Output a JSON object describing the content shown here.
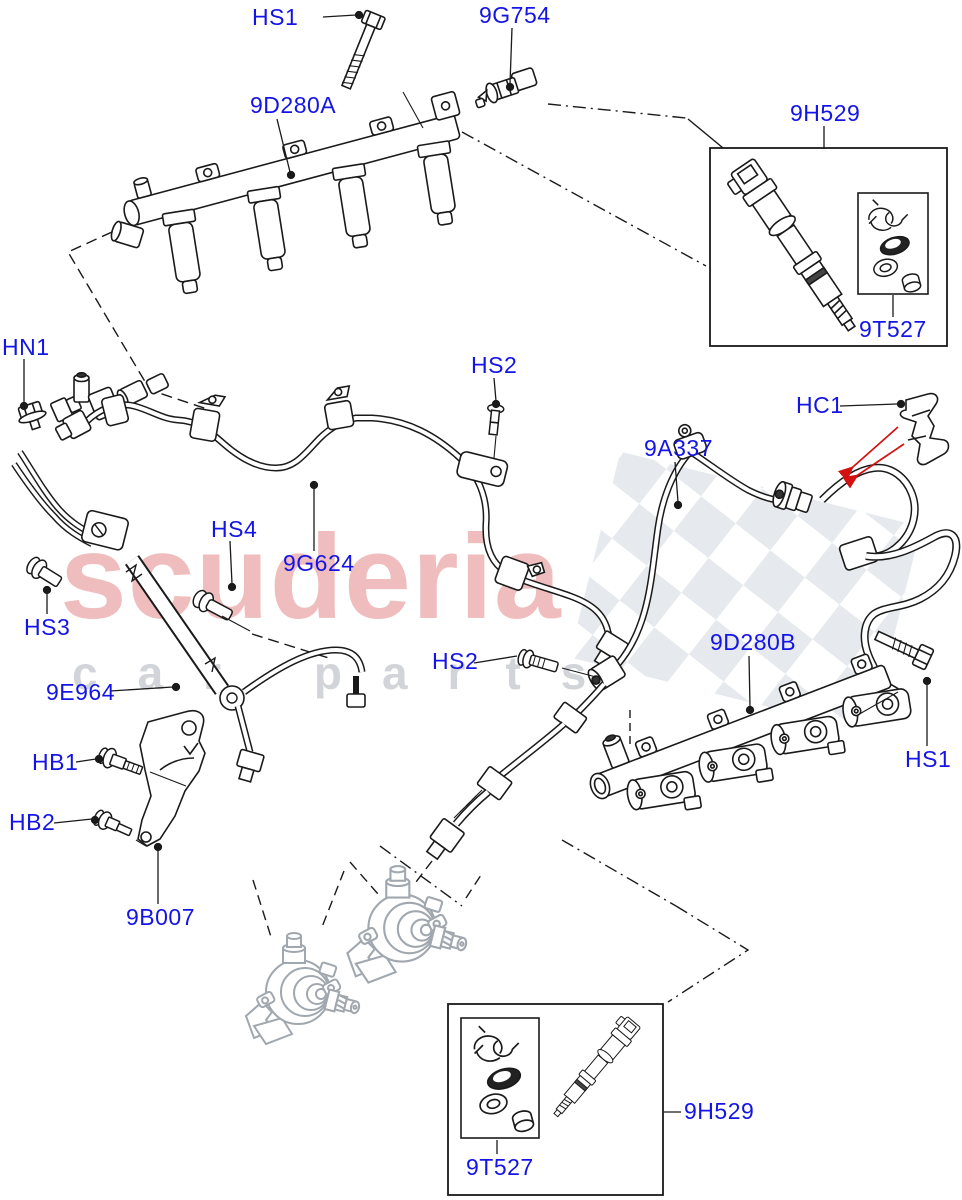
{
  "watermark": {
    "brand": "scuderia",
    "tagline": "car parts"
  },
  "colors": {
    "label_blue": "#1414e6",
    "line_black": "#1a1a1a",
    "arrow_red": "#d31111",
    "ghost_grey": "#a0a7ae",
    "checker_grey": "#dde1e7",
    "watermark_red": "rgba(211,72,72,0.36)",
    "watermark_grey": "rgba(158,166,175,0.48)"
  },
  "labels": {
    "hs1_top": "HS1",
    "g754": "9G754",
    "d280a": "9D280A",
    "h529_top": "9H529",
    "t527_top": "9T527",
    "hn1": "HN1",
    "hs2_upper": "HS2",
    "hc1": "HC1",
    "a337": "9A337",
    "hs4": "HS4",
    "g624": "9G624",
    "hs3": "HS3",
    "hs2_lower": "HS2",
    "d280b": "9D280B",
    "e964": "9E964",
    "hb1": "HB1",
    "hs1_right": "HS1",
    "hb2": "HB2",
    "b007": "9B007",
    "h529_bottom": "9H529",
    "t527_bottom": "9T527"
  }
}
